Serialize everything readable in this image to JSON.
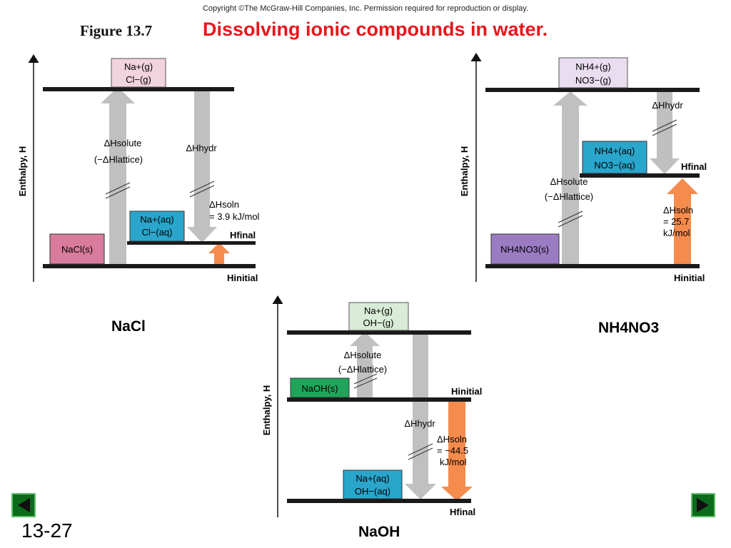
{
  "header": {
    "copyright": "Copyright ©The McGraw-Hill Companies, Inc.  Permission required for reproduction or display.",
    "figure_label": "Figure 13.7",
    "title": "Dissolving ionic compounds in water."
  },
  "axis_label": "Enthalpy, H",
  "common": {
    "dh_solute": "ΔHsolute",
    "dh_lattice": "(−ΔHlattice)",
    "dh_hydr": "ΔHhydr",
    "h_final": "Hfinal",
    "h_initial": "Hinitial"
  },
  "nacl": {
    "caption": "NaCl",
    "gas_line1": "Na+(g)",
    "gas_line2": "Cl−(g)",
    "aq_line1": "Na+(aq)",
    "aq_line2": "Cl−(aq)",
    "solid": "NaCl(s)",
    "dh_soln_label": "ΔHsoln",
    "dh_soln_value": "= 3.9 kJ/mol"
  },
  "nh4no3": {
    "caption": "NH4NO3",
    "gas_line1": "NH4+(g)",
    "gas_line2": "NO3−(g)",
    "aq_line1": "NH4+(aq)",
    "aq_line2": "NO3−(aq)",
    "solid": "NH4NO3(s)",
    "dh_soln_label": "ΔHsoln",
    "dh_soln_value": "= 25.7",
    "dh_soln_unit": "kJ/mol"
  },
  "naoh": {
    "caption": "NaOH",
    "gas_line1": "Na+(g)",
    "gas_line2": "OH−(g)",
    "aq_line1": "Na+(aq)",
    "aq_line2": "OH−(aq)",
    "solid": "NaOH(s)",
    "dh_soln_label": "ΔHsoln",
    "dh_soln_value": "= −44.5",
    "dh_soln_unit": "kJ/mol"
  },
  "footer": {
    "slide_number": "13-27",
    "prev_icon": "triangle-left-icon",
    "next_icon": "triangle-right-icon"
  },
  "colors": {
    "title": "#e8161c",
    "level_line": "#1a1a1a",
    "gray_arrow": "#c0c0c0",
    "orange_arrow": "#f58b4c",
    "gas_box": "#f2d4de",
    "gas_box_nh4": "#e9def0",
    "gas_box_naoh": "#d8ecd7",
    "aq_box": "#2aa6cc",
    "nacl_solid": "#d97b9c",
    "nh4no3_solid": "#9b7cc3",
    "naoh_solid": "#1fa55b",
    "nav_green": "#0c6a1b"
  }
}
